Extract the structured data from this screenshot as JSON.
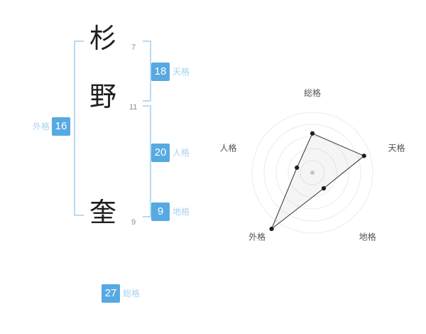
{
  "name": {
    "characters": [
      {
        "char": "杉",
        "strokes": "7"
      },
      {
        "char": "野",
        "strokes": "11"
      },
      {
        "char": "奎",
        "strokes": "9"
      }
    ]
  },
  "kaku": {
    "tenkaku": {
      "label": "天格",
      "value": "18"
    },
    "jinkaku": {
      "label": "人格",
      "value": "20"
    },
    "chikaku": {
      "label": "地格",
      "value": "9"
    },
    "gaikaku": {
      "label": "外格",
      "value": "16"
    },
    "soukaku": {
      "label": "総格",
      "value": "27"
    }
  },
  "colors": {
    "accent_blue": "#57a9e2",
    "label_light_blue": "#a7d2ef",
    "bracket_blue": "#b8dcf4",
    "chart_ring": "#ebebeb",
    "chart_line": "#2f2f2f"
  },
  "chart_data": {
    "type": "radar",
    "axes": [
      "総格",
      "天格",
      "地格",
      "外格",
      "人格"
    ],
    "values": [
      65,
      90,
      32,
      115,
      27
    ],
    "max": 100,
    "rings": 5,
    "grid": "circular",
    "legend": "none",
    "fill": "rgba(130,130,130,0.08)"
  }
}
